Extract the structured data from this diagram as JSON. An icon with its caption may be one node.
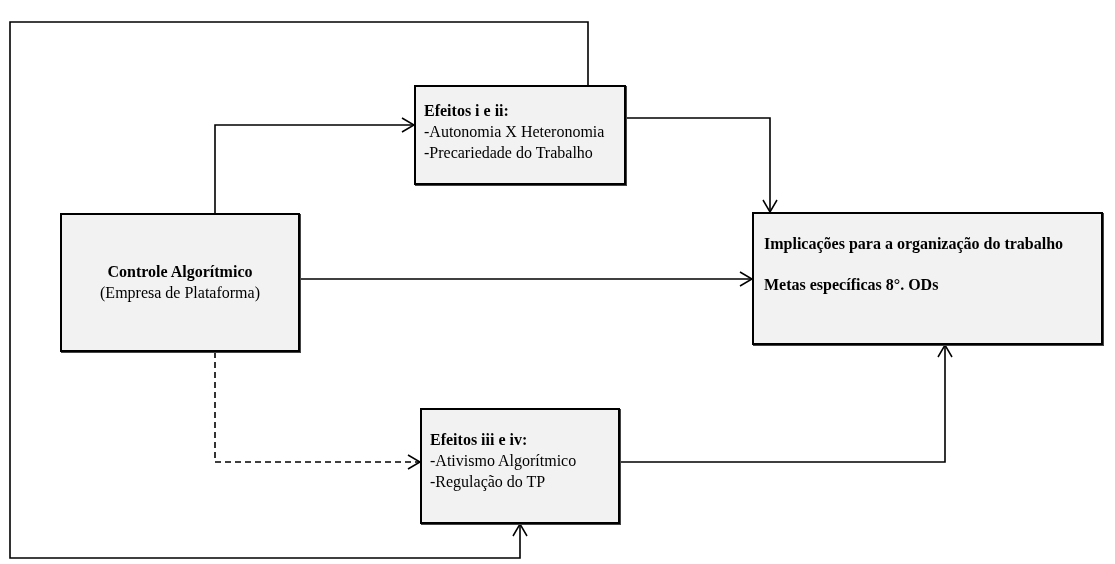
{
  "diagram": {
    "nodes": [
      {
        "text": [
          "Efeitos i e ii:",
          "-Autonomia X Heteronomia",
          "-Precariedade do Trabalho"
        ]
      },
      {
        "text": [
          "Controle Algorítmico",
          "(Empresa de Plataforma)"
        ]
      },
      {
        "text": [
          "Implicações para a organização do trabalho",
          "Metas específicas 8°. ODs"
        ]
      },
      {
        "text": [
          "Efeitos iii e iv:",
          "-Ativismo Algorítmico",
          "-Regulação do TP"
        ]
      }
    ],
    "edges": [
      {
        "from": 1,
        "to": 0,
        "arrow": "to"
      },
      {
        "from": 0,
        "to": 2,
        "arrow": "to"
      },
      {
        "from": 1,
        "to": 2,
        "arrow": "to"
      },
      {
        "from": 1,
        "to": 3,
        "arrow": "to",
        "style": "dashed"
      },
      {
        "from": 3,
        "to": 2,
        "arrow": "to"
      },
      {
        "from": 0,
        "to": 3,
        "arrow": "to"
      }
    ]
  }
}
